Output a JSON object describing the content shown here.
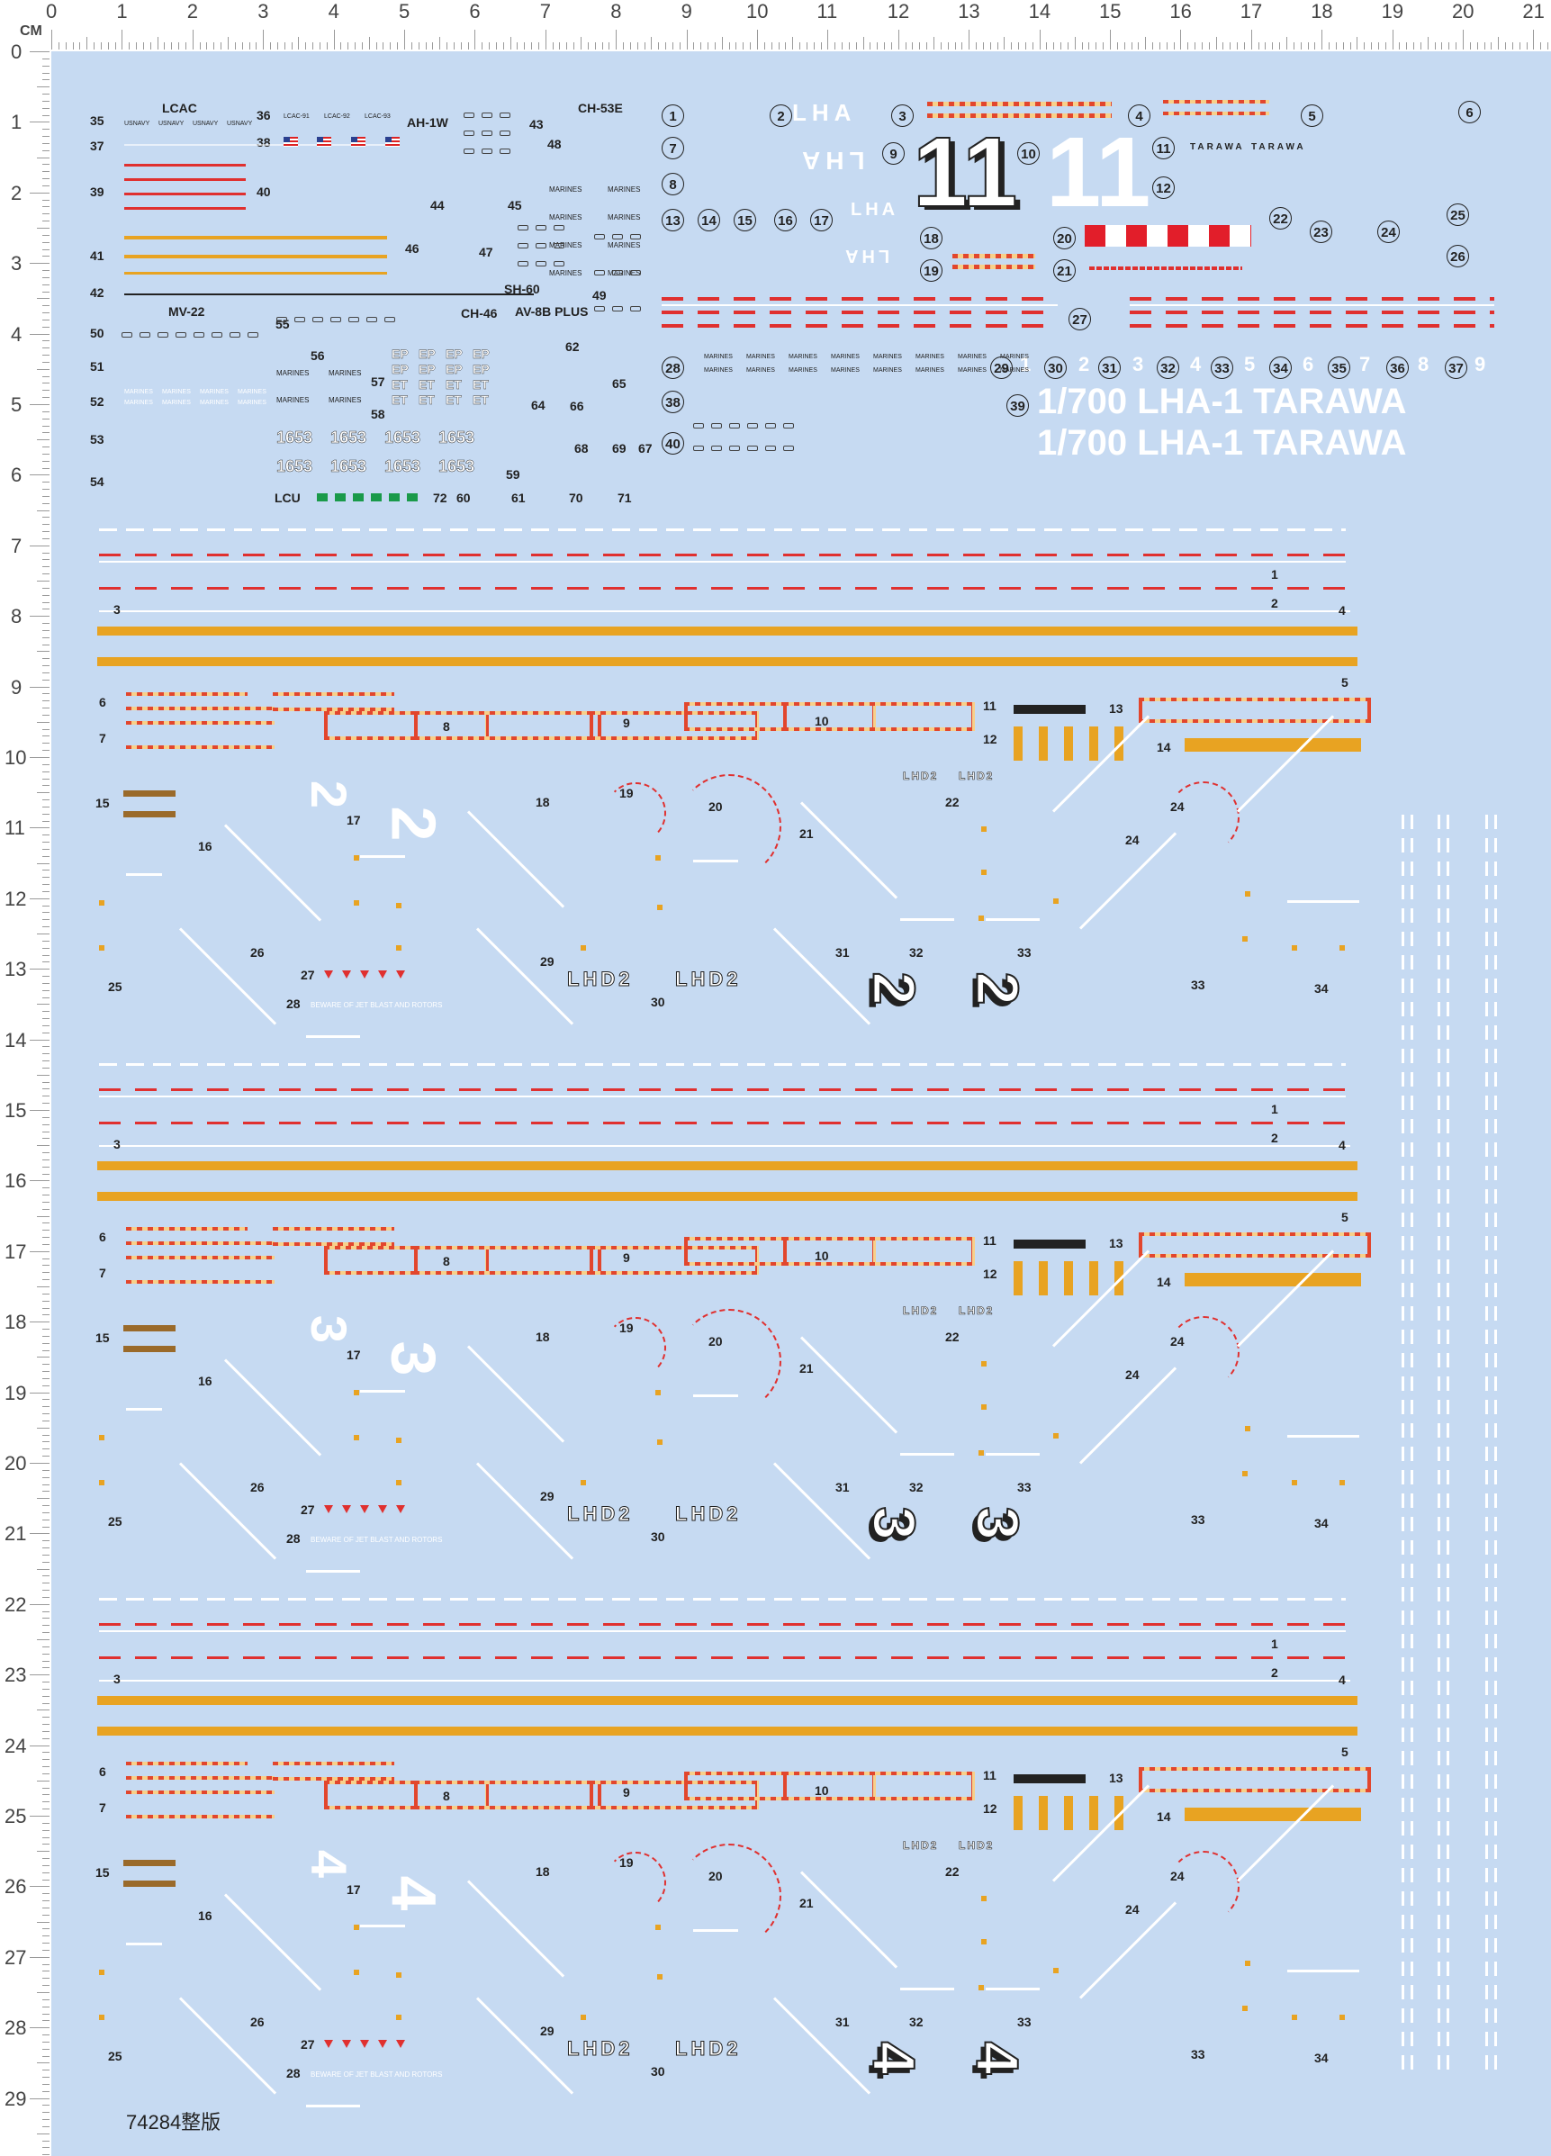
{
  "ruler": {
    "unit_label": "CM",
    "top_numbers": [
      "0",
      "1",
      "2",
      "3",
      "4",
      "5",
      "6",
      "7",
      "8",
      "9",
      "10",
      "11",
      "12",
      "13",
      "14",
      "15",
      "16",
      "17",
      "18",
      "19",
      "20",
      "21"
    ],
    "left_numbers": [
      "0",
      "1",
      "2",
      "3",
      "4",
      "5",
      "6",
      "7",
      "8",
      "9",
      "10",
      "11",
      "12",
      "13",
      "14",
      "15",
      "16",
      "17",
      "18",
      "19",
      "20",
      "21",
      "22",
      "23",
      "24",
      "25",
      "26",
      "27",
      "28",
      "29"
    ]
  },
  "top_block": {
    "aircraft_labels": [
      "LCAC",
      "AH-1W",
      "CH-53E",
      "MV-22",
      "CH-46",
      "SH-60",
      "AV-8B PLUS",
      "LCU"
    ],
    "left_numbers": [
      "35",
      "37",
      "39",
      "41",
      "42",
      "50",
      "51",
      "52",
      "53",
      "54"
    ],
    "mid_numbers": [
      "36",
      "38",
      "40",
      "43",
      "44",
      "45",
      "46",
      "47",
      "48",
      "49",
      "55",
      "56",
      "57",
      "58",
      "59",
      "60",
      "61",
      "62",
      "64",
      "65",
      "66",
      "67",
      "68",
      "69",
      "70",
      "71",
      "72"
    ],
    "lcac_small": [
      "LCAC-91",
      "LCAC-92",
      "LCAC-93"
    ],
    "usnavy": "USNAVY",
    "marines": "MARINES",
    "hull_code": "1653",
    "ep": "EP",
    "et": "ET"
  },
  "numbered_decals": {
    "circles": [
      "1",
      "2",
      "3",
      "4",
      "5",
      "6",
      "7",
      "8",
      "9",
      "10",
      "11",
      "12",
      "13",
      "14",
      "15",
      "16",
      "17",
      "18",
      "19",
      "20",
      "21",
      "22",
      "23",
      "24",
      "25",
      "26",
      "27",
      "28",
      "29",
      "30",
      "31",
      "32",
      "33",
      "34",
      "35",
      "36",
      "37",
      "38",
      "39",
      "40"
    ],
    "lha_text": "LHA",
    "big_number": "11",
    "tarawa_small": "TARAWA",
    "title_line_1": "1/700 LHA-1 TARAWA",
    "title_line_2": "1/700 LHA-1 TARAWA",
    "number_row": [
      "1",
      "2",
      "3",
      "4",
      "5",
      "6",
      "7",
      "8",
      "9"
    ]
  },
  "deck_sections": [
    {
      "big_numeral": "2",
      "lhd_text": "LHD2"
    },
    {
      "big_numeral": "3",
      "lhd_text": "LHD2"
    },
    {
      "big_numeral": "4",
      "lhd_text": "LHD2"
    }
  ],
  "deck_labels": {
    "numbers": [
      "1",
      "2",
      "3",
      "4",
      "5",
      "6",
      "7",
      "8",
      "9",
      "10",
      "11",
      "12",
      "13",
      "14",
      "15",
      "16",
      "17",
      "18",
      "19",
      "20",
      "21",
      "22",
      "24",
      "25",
      "26",
      "27",
      "28",
      "29",
      "30",
      "31",
      "32",
      "33",
      "34"
    ],
    "caution": "BEWARE OF JET BLAST AND ROTORS"
  },
  "footer": {
    "code": "74284整版"
  },
  "colors": {
    "sheet": "#c6daf2",
    "red": "#e0302f",
    "orange": "#e8a322",
    "white": "#ffffff",
    "black": "#222222"
  }
}
